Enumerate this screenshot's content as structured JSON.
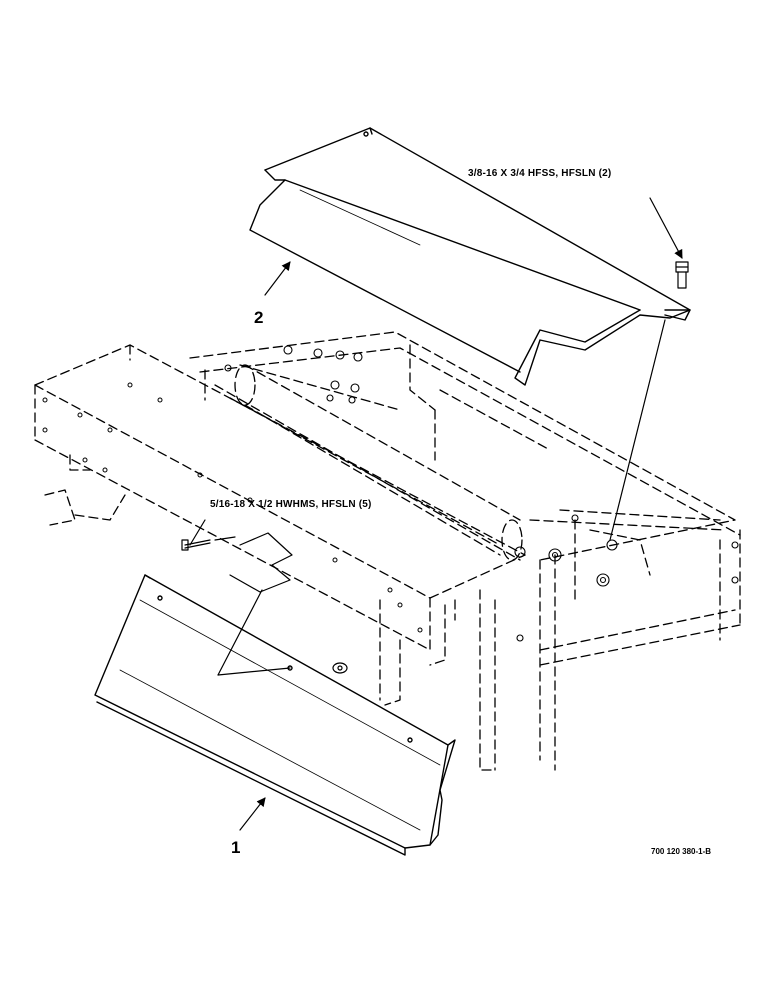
{
  "diagram": {
    "callouts": {
      "part_1": "1",
      "part_2": "2"
    },
    "fasteners": {
      "top": "3/8-16 X 3/4 HFSS, HFSLN (2)",
      "middle": "5/16-18 X 1/2 HWHMS, HFSLN (5)"
    },
    "drawing_number": "700 120 380-1-B",
    "colors": {
      "line": "#000000",
      "background": "#ffffff"
    }
  }
}
